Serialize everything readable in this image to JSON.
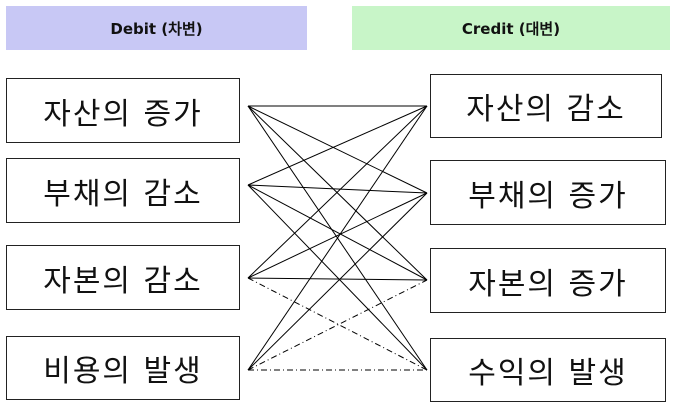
{
  "headers": {
    "debit": "Debit (차변)",
    "credit": "Credit (대변)",
    "debit_bg": "#c8c8f5",
    "credit_bg": "#c8f5c8"
  },
  "debit_items": [
    "자산의 증가",
    "부채의 감소",
    "자본의 감소",
    "비용의 발생"
  ],
  "credit_items": [
    "자산의 감소",
    "부채의 증가",
    "자본의 증가",
    "수익의 발생"
  ]
}
